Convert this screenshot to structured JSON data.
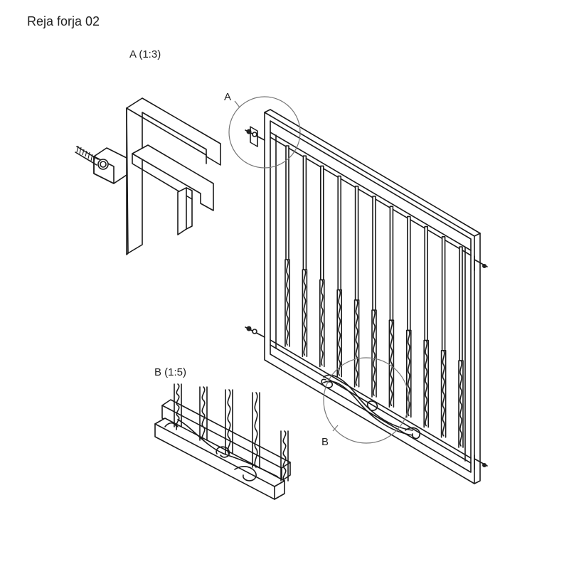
{
  "title": "Reja forja 02",
  "details": {
    "a_label": "A (1:3)",
    "b_label": "B (1:5)"
  },
  "callouts": {
    "a": "A",
    "b": "B"
  },
  "colors": {
    "line": "#1a1a1a",
    "detail_circle": "#777777",
    "background": "#ffffff"
  }
}
